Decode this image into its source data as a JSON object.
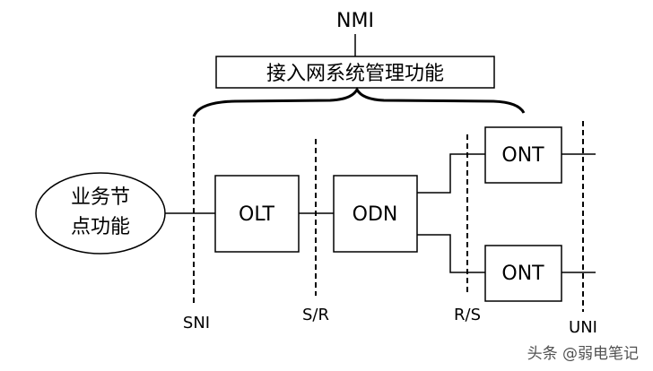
{
  "nmi": {
    "label": "NMI"
  },
  "management": {
    "label": "接入网系统管理功能"
  },
  "service_node": {
    "line1": "业务节",
    "line2": "点功能"
  },
  "olt": {
    "label": "OLT"
  },
  "odn": {
    "label": "ODN"
  },
  "ont_top": {
    "label": "ONT"
  },
  "ont_bottom": {
    "label": "ONT"
  },
  "interfaces": {
    "sni": "SNI",
    "sr": "S/R",
    "rs": "R/S",
    "uni": "UNI"
  },
  "watermark": {
    "text": "头条 @弱电笔记"
  }
}
